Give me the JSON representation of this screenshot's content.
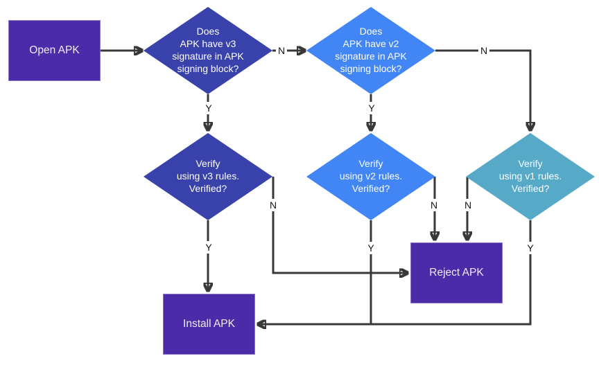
{
  "diagram": {
    "type": "flowchart",
    "subject": "APK signature verification",
    "colors": {
      "process_box": "#4C2BA8",
      "decision_v3": "#3842AA",
      "decision_v2": "#4285F4",
      "decision_v1": "#57A9C8",
      "connector": "#383838",
      "node_text": "#FFFFFF",
      "edge_label_text": "#161616",
      "background": "#FFFFFF"
    },
    "nodes": {
      "open_apk": {
        "shape": "rect",
        "label": "Open APK"
      },
      "v3_check": {
        "shape": "diamond",
        "label": "Does\nAPK have v3\nsignature in APK\nsigning block?"
      },
      "v2_check": {
        "shape": "diamond",
        "label": "Does\nAPK have v2\nsignature in APK\nsigning block?"
      },
      "v3_verify": {
        "shape": "diamond",
        "label": "Verify\nusing v3 rules.\nVerified?"
      },
      "v2_verify": {
        "shape": "diamond",
        "label": "Verify\nusing v2 rules.\nVerified?"
      },
      "v1_verify": {
        "shape": "diamond",
        "label": "Verify\nusing v1 rules.\nVerified?"
      },
      "reject_apk": {
        "shape": "rect",
        "label": "Reject APK"
      },
      "install_apk": {
        "shape": "rect",
        "label": "Install APK"
      }
    },
    "edge_labels": {
      "v3_check_no": "N",
      "v2_check_no": "N",
      "v3_check_yes": "Y",
      "v2_check_yes": "Y",
      "v3_verify_no": "N",
      "v3_verify_yes": "Y",
      "v2_verify_no": "N",
      "v2_verify_yes": "Y",
      "v1_verify_no": "N",
      "v1_verify_yes": "Y"
    }
  }
}
